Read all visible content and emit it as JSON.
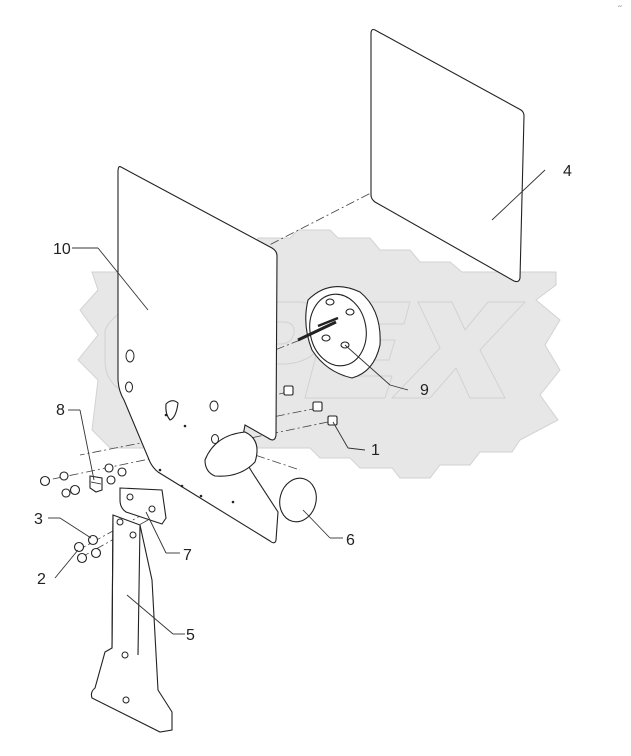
{
  "watermark": {
    "brand": "OPEX"
  },
  "corner_mark": "′′",
  "callouts": [
    {
      "id": "1",
      "label": "1"
    },
    {
      "id": "2",
      "label": "2"
    },
    {
      "id": "3",
      "label": "3"
    },
    {
      "id": "4",
      "label": "4"
    },
    {
      "id": "5",
      "label": "5"
    },
    {
      "id": "6",
      "label": "6"
    },
    {
      "id": "7",
      "label": "7"
    },
    {
      "id": "8",
      "label": "8"
    },
    {
      "id": "9",
      "label": "9"
    },
    {
      "id": "10",
      "label": "10"
    }
  ]
}
